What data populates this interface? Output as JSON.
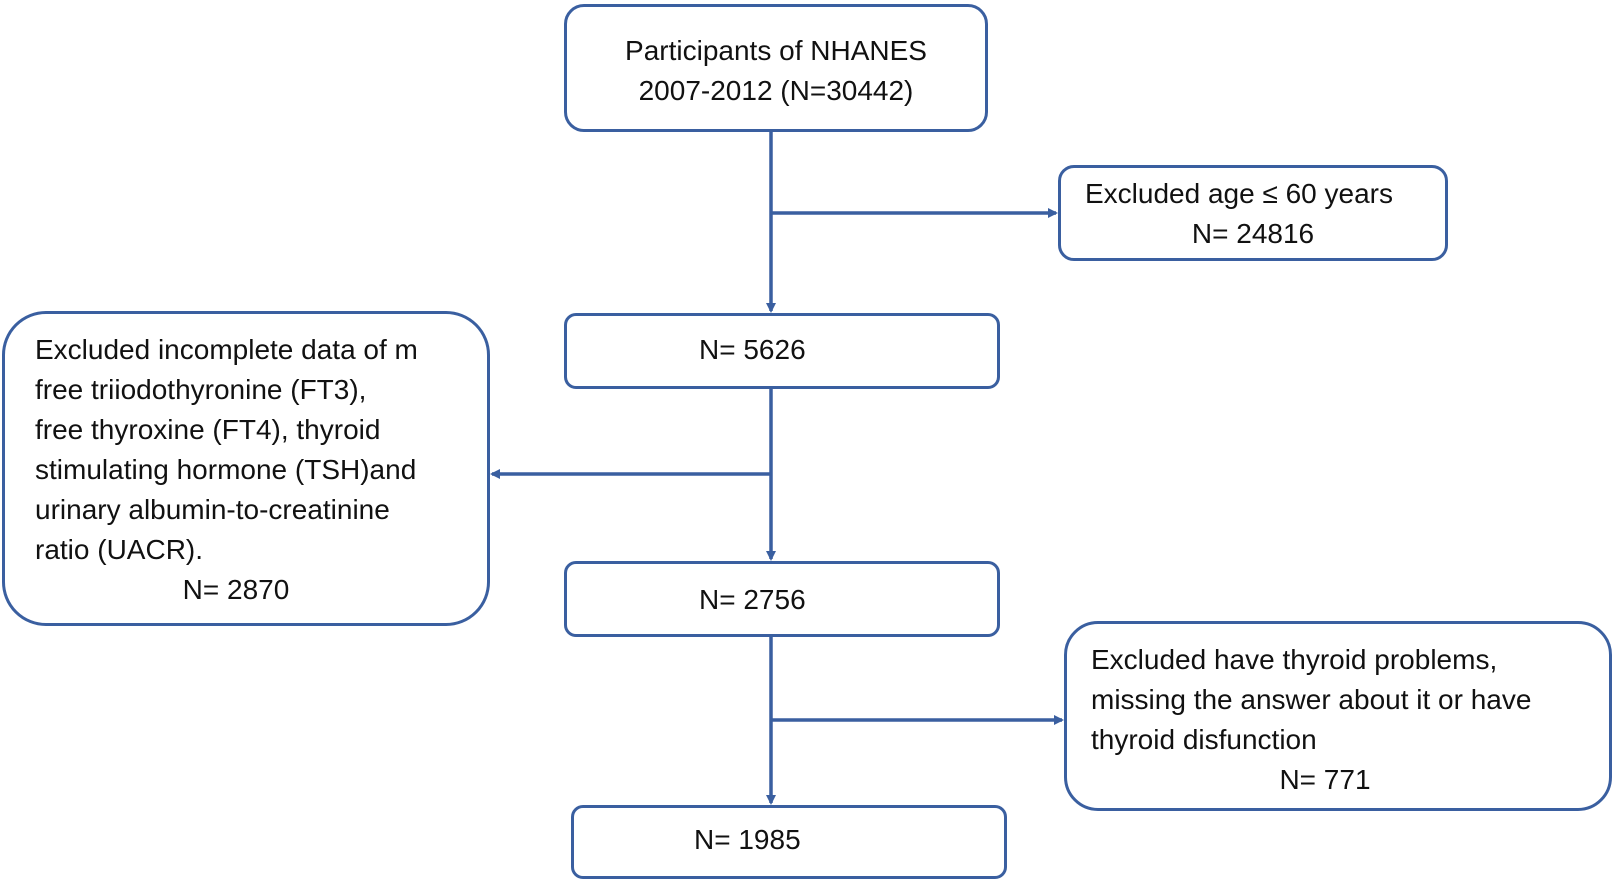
{
  "diagram": {
    "stroke_color": "#3a5fa0",
    "boxes": {
      "participants": {
        "lines": [
          "Participants of NHANES",
          "2007-2012 (N=30442)"
        ]
      },
      "excluded_age": {
        "lines": [
          "Excluded age ≤ 60 years",
          "N= 24816"
        ]
      },
      "n5626": {
        "lines": [
          "N= 5626"
        ]
      },
      "excluded_incomplete": {
        "lines": [
          "Excluded incomplete data of m",
          "free triiodothyronine (FT3),",
          "free thyroxine (FT4), thyroid",
          "stimulating hormone (TSH)and",
          "urinary albumin-to-creatinine",
          "ratio (UACR).",
          "N= 2870"
        ]
      },
      "n2756": {
        "lines": [
          "N= 2756"
        ]
      },
      "excluded_thyroid": {
        "lines": [
          "Excluded have thyroid problems,",
          "missing the answer about it or have",
          "thyroid disfunction",
          "N= 771"
        ]
      },
      "n1985": {
        "lines": [
          "N= 1985"
        ]
      }
    }
  }
}
